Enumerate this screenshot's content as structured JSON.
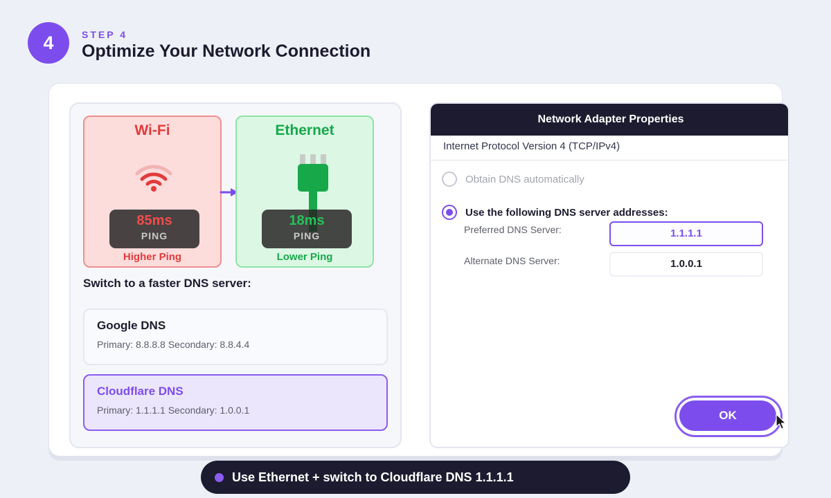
{
  "header": {
    "step_number": "4",
    "step_label": "STEP 4",
    "title": "Optimize Your Network Connection"
  },
  "comparison": {
    "wifi": {
      "title": "Wi-Fi",
      "icon": "wifi-icon",
      "ping_value": "85ms",
      "ping_label": "PING",
      "caption": "Higher Ping"
    },
    "ethernet": {
      "title": "Ethernet",
      "icon": "ethernet-plug-icon",
      "ping_value": "18ms",
      "ping_label": "PING",
      "caption": "Lower Ping"
    },
    "arrow_icon": "arrow-right-icon"
  },
  "dns": {
    "heading": "Switch to a faster DNS server:",
    "options": [
      {
        "name": "Google DNS",
        "detail": "Primary: 8.8.8.8 Secondary: 8.8.4.4",
        "selected": false
      },
      {
        "name": "Cloudflare DNS",
        "detail": "Primary: 1.1.1.1 Secondary: 1.0.0.1",
        "selected": true
      }
    ]
  },
  "dialog": {
    "title": "Network Adapter Properties",
    "subtitle": "Internet Protocol Version 4 (TCP/IPv4)",
    "radio_auto": "Obtain DNS automatically",
    "radio_manual": "Use the following DNS server addresses:",
    "preferred_label": "Preferred DNS Server:",
    "preferred_value": "1.1.1.1",
    "alternate_label": "Alternate DNS Server:",
    "alternate_value": "1.0.0.1",
    "ok_label": "OK"
  },
  "tip": {
    "text": "Use Ethernet + switch to Cloudflare DNS 1.1.1.1"
  },
  "colors": {
    "accent": "#7c4dec",
    "wifi_red": "#e23b3b",
    "ethernet_green": "#17a84a",
    "dark": "#1c1b2f"
  }
}
